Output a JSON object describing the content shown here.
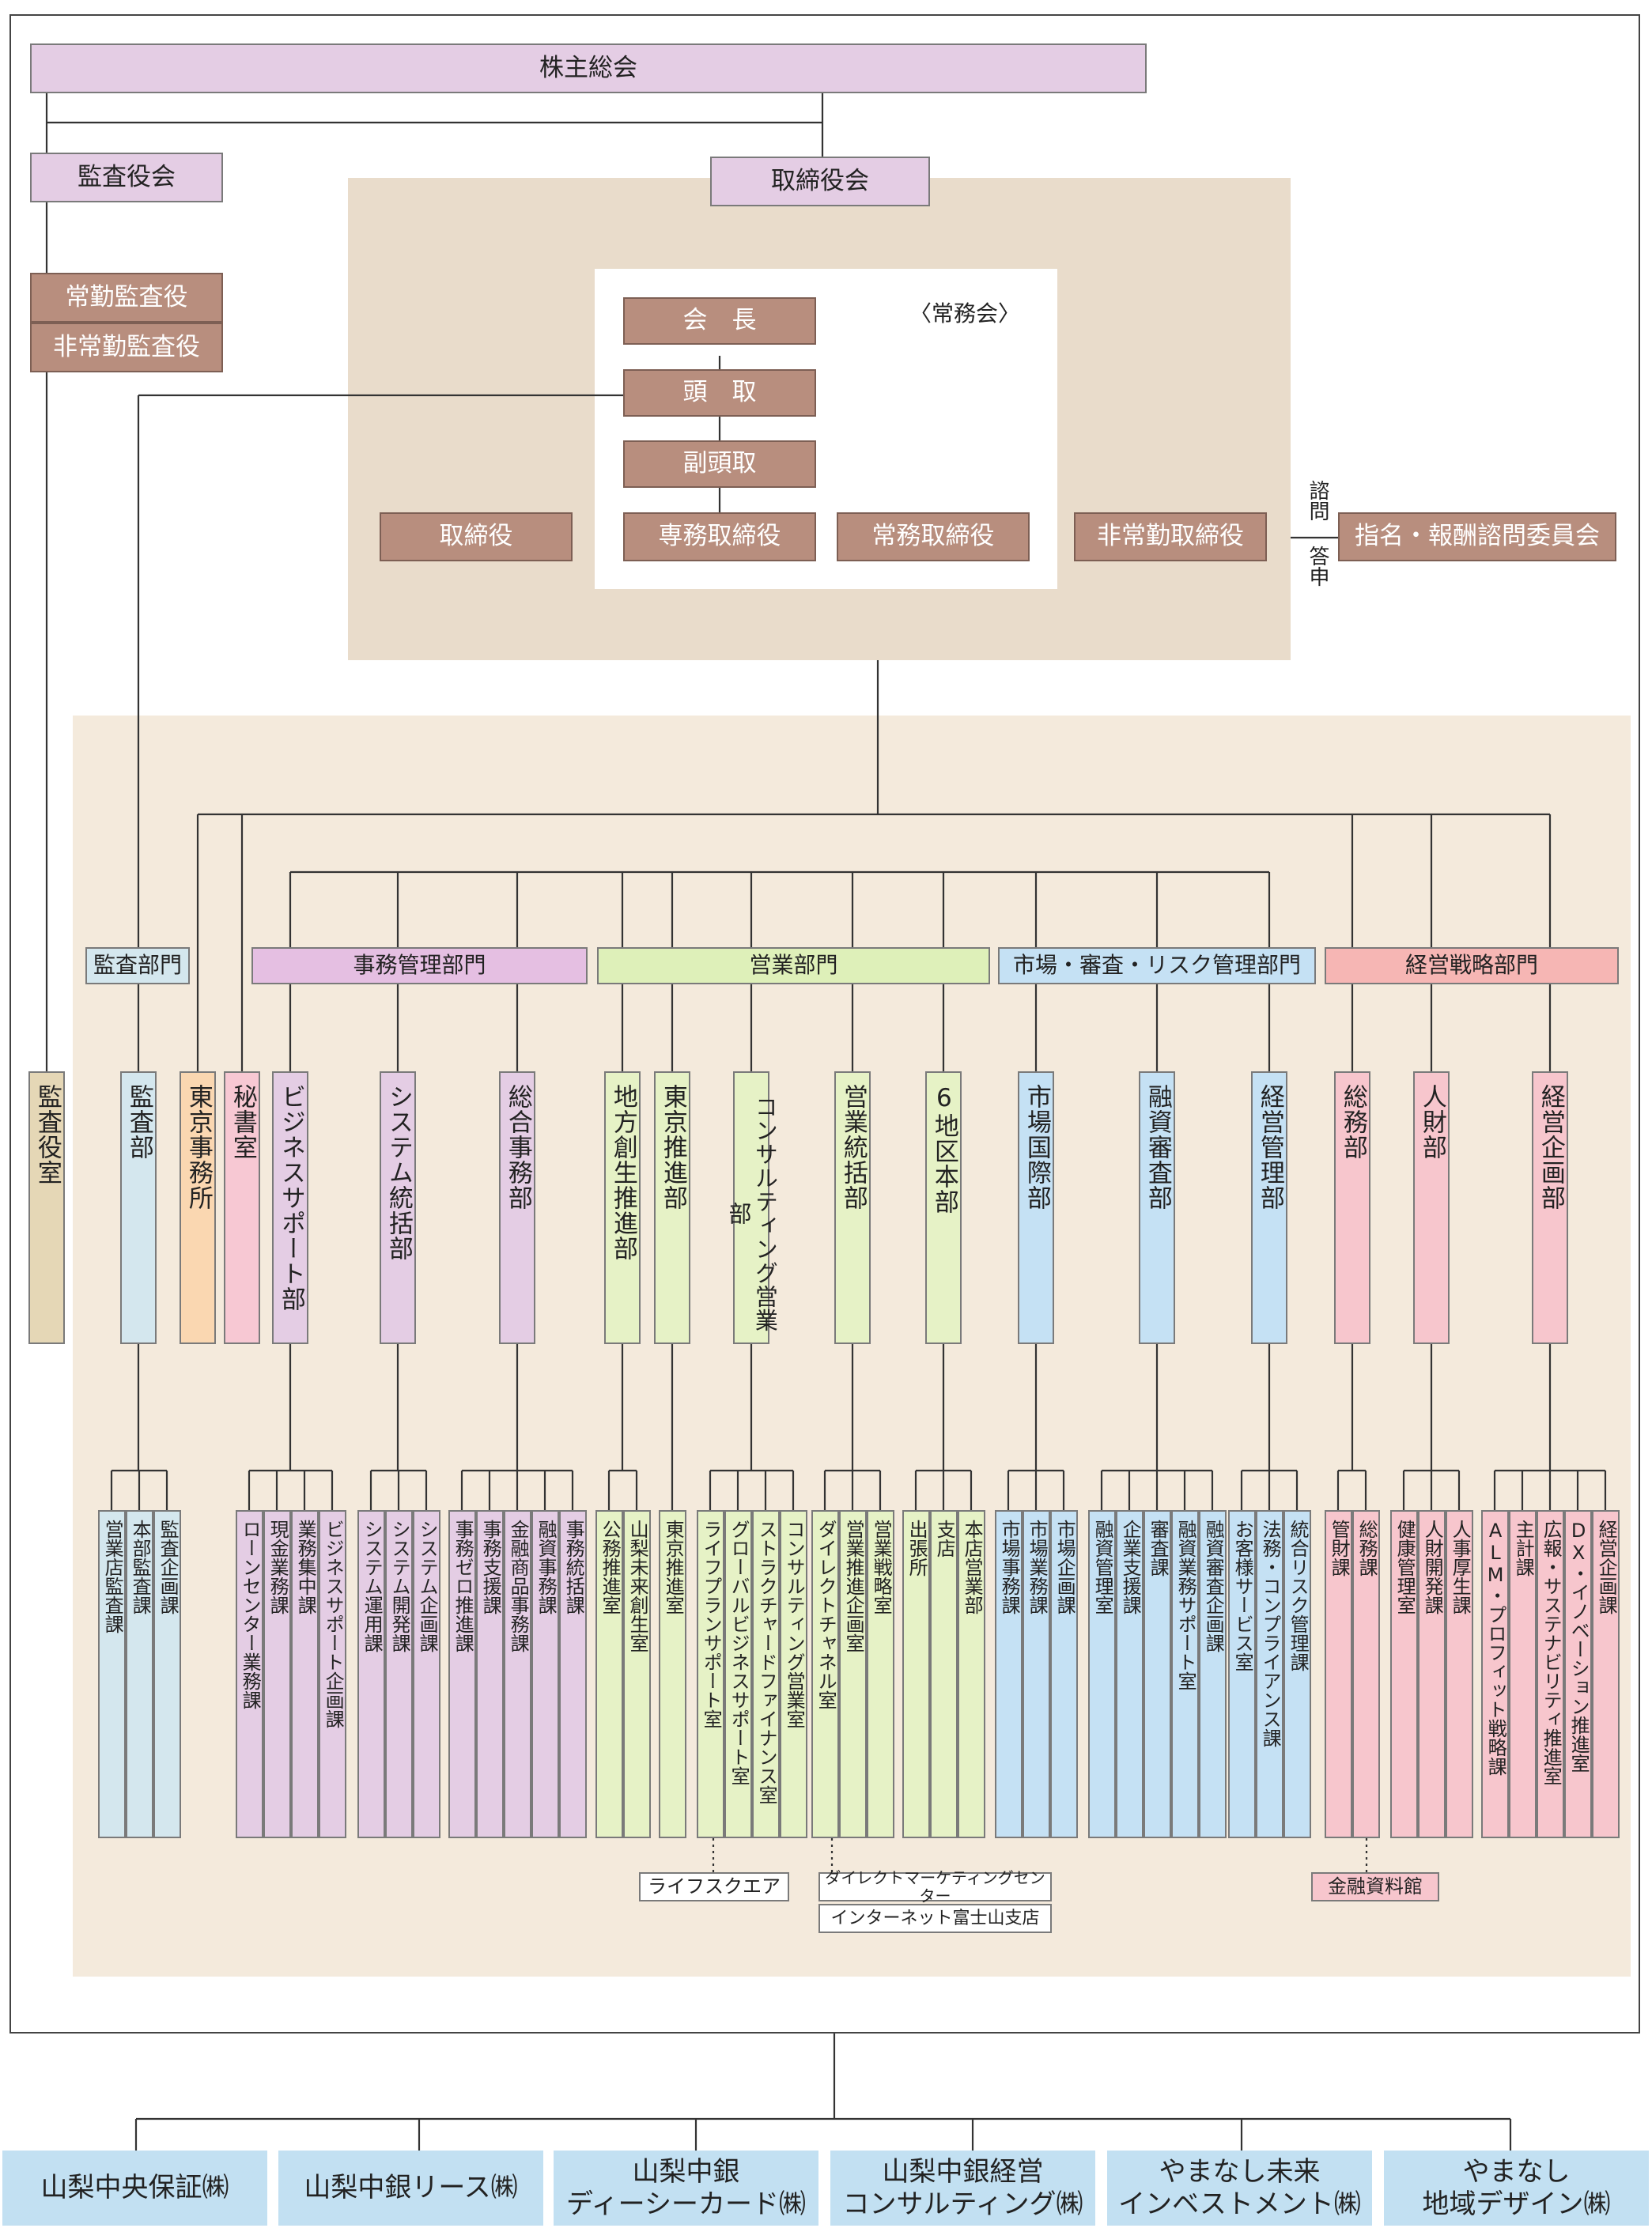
{
  "top": {
    "shareholders": "株主総会",
    "auditors_board": "監査役会",
    "board": "取締役会",
    "standing_auditor": "常勤監査役",
    "nonstanding_auditor": "非常勤監査役",
    "executive_committee_label": "〈常務会〉",
    "chairman": "会　長",
    "president": "頭　取",
    "vice_president": "副頭取",
    "director": "取締役",
    "senior_managing": "専務取締役",
    "managing": "常務取締役",
    "outside_director": "非常勤取締役",
    "consult": "諮問",
    "answer": "答申",
    "nomination_committee": "指名・報酬諮問委員会"
  },
  "divisions": {
    "audit": "監査部門",
    "operations": "事務管理部門",
    "sales": "営業部門",
    "market_risk": "市場・審査・リスク管理部門",
    "strategy": "経営戦略部門"
  },
  "departments": {
    "audit_office": "監査役室",
    "audit_dept": "監査部",
    "tokyo_office": "東京事務所",
    "secretariat": "秘書室",
    "business_support": "ビジネスサポート部",
    "system": "システム統括部",
    "general_admin": "総合事務部",
    "regional": "地方創生推進部",
    "tokyo_promo": "東京推進部",
    "consulting": "コンサルティング営業部",
    "sales_control": "営業統括部",
    "six_regions": "6地区本部",
    "market_intl": "市場国際部",
    "credit": "融資審査部",
    "management": "経営管理部",
    "general_affairs": "総務部",
    "hr": "人財部",
    "planning": "経営企画部"
  },
  "sections": {
    "audit": [
      "監査企画課",
      "本部監査課",
      "営業店監査課"
    ],
    "business_support": [
      "ビジネスサポート企画課",
      "業務集中課",
      "現金業務課",
      "ローンセンター業務課"
    ],
    "system": [
      "システム企画課",
      "システム開発課",
      "システム運用課"
    ],
    "general_admin": [
      "事務統括課",
      "融資事務課",
      "金融商品事務課",
      "事務支援課",
      "事務ゼロ推進課"
    ],
    "regional": [
      "山梨未来創生室",
      "公務推進室"
    ],
    "tokyo_promo": [
      "東京推進室"
    ],
    "consulting": [
      "コンサルティング営業室",
      "ストラクチャードファイナンス室",
      "グローバルビジネスサポート室",
      "ライフプランサポート室"
    ],
    "sales_control": [
      "営業戦略室",
      "営業推進企画室",
      "ダイレクトチャネル室"
    ],
    "six_regions": [
      "本店営業部",
      "支店",
      "出張所"
    ],
    "market_intl": [
      "市場企画課",
      "市場業務課",
      "市場事務課"
    ],
    "credit": [
      "融資審査企画課",
      "融資業務サポート室",
      "審査課",
      "企業支援課",
      "融資管理室"
    ],
    "management": [
      "統合リスク管理課",
      "法務・コンプライアンス課",
      "お客様サービス室"
    ],
    "general_affairs": [
      "総務課",
      "管財課"
    ],
    "hr": [
      "人事厚生課",
      "人財開発課",
      "健康管理室"
    ],
    "planning": [
      "経営企画課",
      "DX・イノベーション推進室",
      "広報・サステナビリティ推進室",
      "主計課",
      "ALM・プロフィット戦略課"
    ]
  },
  "notes": {
    "life_square": "ライフスクエア",
    "direct_marketing": "ダイレクトマーケティングセンター",
    "internet_branch": "インターネット富士山支店",
    "museum": "金融資料館"
  },
  "subsidiaries": [
    {
      "line1": "山梨中央保証㈱",
      "line2": ""
    },
    {
      "line1": "山梨中銀リース㈱",
      "line2": ""
    },
    {
      "line1": "山梨中銀",
      "line2": "ディーシーカード㈱"
    },
    {
      "line1": "山梨中銀経営",
      "line2": "コンサルティング㈱"
    },
    {
      "line1": "やまなし未来",
      "line2": "インベストメント㈱"
    },
    {
      "line1": "やまなし",
      "line2": "地域デザイン㈱"
    }
  ]
}
